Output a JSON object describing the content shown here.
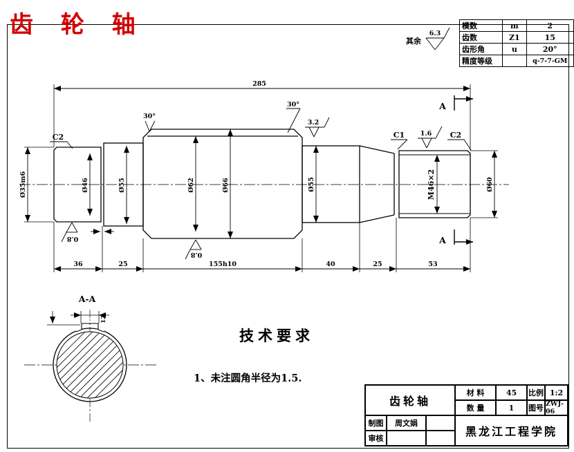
{
  "sheet": {
    "title_red": "齿 轮 轴"
  },
  "general_roughness": {
    "prefix": "其余",
    "value": "6.3"
  },
  "gear_table": {
    "rows": [
      [
        "模数",
        "m",
        "2"
      ],
      [
        "齿数",
        "Z1",
        "15"
      ],
      [
        "齿形角",
        "u",
        "20°"
      ],
      [
        "精度等级",
        "",
        "q-7-7-GM"
      ]
    ]
  },
  "dims": {
    "overall_length": "285",
    "lengths": [
      "36",
      "25",
      "155h10",
      "40",
      "25",
      "53"
    ],
    "dia_left_end": "Ø35m6",
    "dia_2": "Ø46",
    "dia_3": "Ø55",
    "dia_gear_pitch": "Ø62",
    "dia_gear_od": "Ø66",
    "dia_4": "Ø55",
    "thread": "M46×2",
    "dia_right_end": "Ø60",
    "keyway_width": "12"
  },
  "chamfers": {
    "left": "C2",
    "groove": "C1",
    "right": "C2"
  },
  "angles": {
    "left": "30°",
    "right": "30°"
  },
  "roughness": {
    "gear_top": "3.2",
    "thread": "1.6",
    "left_bottom": "0.8",
    "gear_bottom": "0.8"
  },
  "section": {
    "label": "A",
    "view_title": "A-A"
  },
  "tech_req": {
    "title": "技术要求",
    "items": [
      "1、未注圆角半径为1.5."
    ]
  },
  "title_block": {
    "part_name": "齿轮轴",
    "material_label": "材  料",
    "material": "45",
    "scale_label": "比例",
    "scale": "1:2",
    "qty_label": "数  量",
    "qty": "1",
    "dwgno_label": "图号",
    "dwgno": "ZWJ-06",
    "drawn_label": "制图",
    "drawn_by": "周文娟",
    "checked_label": "审核",
    "organization": "黑龙江工程学院"
  }
}
